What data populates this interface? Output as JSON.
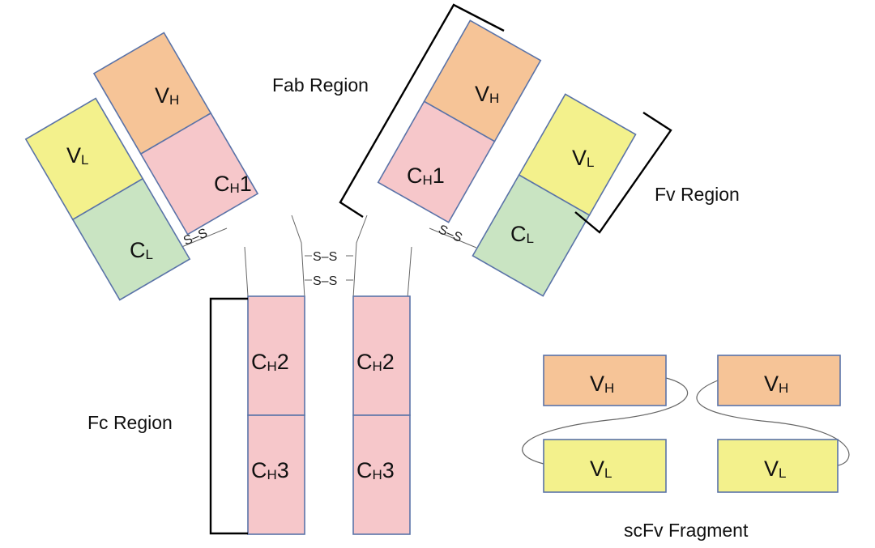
{
  "domains": {
    "vh": "V",
    "vh_sub": "H",
    "vl": "V",
    "vl_sub": "L",
    "cl": "C",
    "cl_sub": "L",
    "ch1": "C",
    "ch1_sub": "H",
    "ch1_num": "1",
    "ch2": "C",
    "ch2_sub": "H",
    "ch2_num": "2",
    "ch3": "C",
    "ch3_sub": "H",
    "ch3_num": "3"
  },
  "disulfide": "S–S",
  "regions": {
    "fab": "Fab Region",
    "fv": "Fv Region",
    "fc": "Fc Region",
    "scfv": "scFv Fragment"
  },
  "colors": {
    "vh": "#f6c497",
    "vl": "#f3f18c",
    "cl": "#c9e4c2",
    "ch": "#f6c7ca",
    "border": "#5a73a8"
  }
}
